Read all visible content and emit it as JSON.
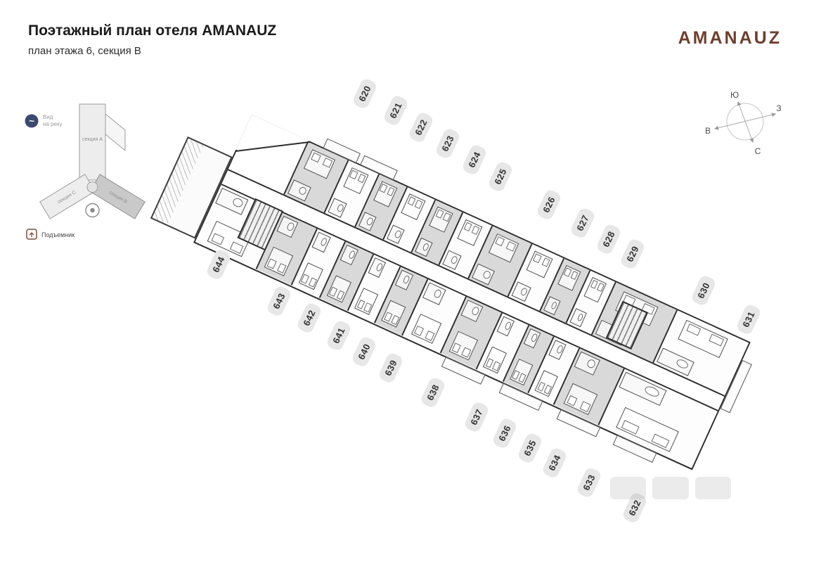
{
  "header": {
    "title": "Поэтажный план отеля AMANAUZ",
    "subtitle": "план этажа 6, секция В"
  },
  "brand": {
    "name": "AMANAUZ",
    "color": "#6f3f2d"
  },
  "minimap": {
    "sections": [
      {
        "id": "A",
        "label": "секция А",
        "current": false
      },
      {
        "id": "C",
        "label": "секция С",
        "current": false
      },
      {
        "id": "B",
        "label": "секция В",
        "current": true
      }
    ],
    "view_legend": {
      "line1": "Вид",
      "line2": "на реку"
    },
    "lift_legend": {
      "label": "Подъемник"
    }
  },
  "compass": {
    "south": "Ю",
    "west": "З",
    "east": "В",
    "north": "С"
  },
  "plan": {
    "floor": "6",
    "section": "В",
    "top_rooms": [
      "620",
      "621",
      "622",
      "623",
      "624",
      "625",
      "626",
      "627",
      "628",
      "629",
      "630",
      "631"
    ],
    "bottom_rooms": [
      "644",
      "643",
      "642",
      "641",
      "640",
      "639",
      "638",
      "637",
      "636",
      "635",
      "634",
      "633",
      "632"
    ]
  },
  "colors": {
    "brand": "#6f3f2d",
    "wall": "#2d2d2d",
    "room_gray": "#d9d9d9",
    "badge_bg": "#e7e7e7",
    "section_fill": "#ededed",
    "section_active_fill": "#c9c9c9",
    "river_icon": "#3b4a72",
    "lift_icon": "#7d4e35"
  }
}
